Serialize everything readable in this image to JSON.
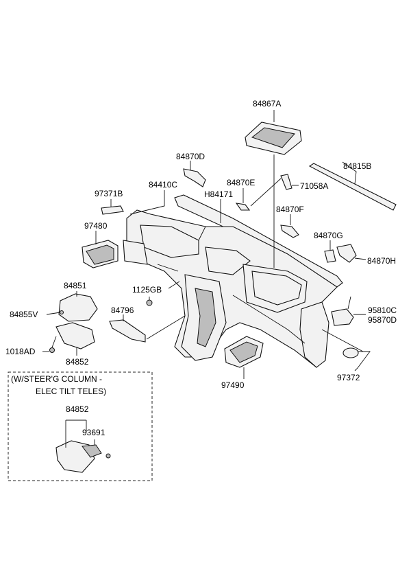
{
  "labels": {
    "p84867A": "84867A",
    "p84815B": "84815B",
    "p84870D": "84870D",
    "p84410C": "84410C",
    "p84870E": "84870E",
    "pH84171": "H84171",
    "p71058A": "71058A",
    "p97371B": "97371B",
    "p84870F": "84870F",
    "p97480": "97480",
    "p84870G": "84870G",
    "p84870H": "84870H",
    "p1125GB": "1125GB",
    "p84851": "84851",
    "p84855V": "84855V",
    "p84796": "84796",
    "p95810C": "95810C",
    "p95870D": "95870D",
    "p1018AD": "1018AD",
    "p84852": "84852",
    "p97490": "97490",
    "p97372": "97372",
    "inset_line1": "(W/STEER'G COLUMN -",
    "inset_line2": "ELEC TILT  TELES)",
    "inset_84852": "84852",
    "inset_93691": "93691"
  }
}
